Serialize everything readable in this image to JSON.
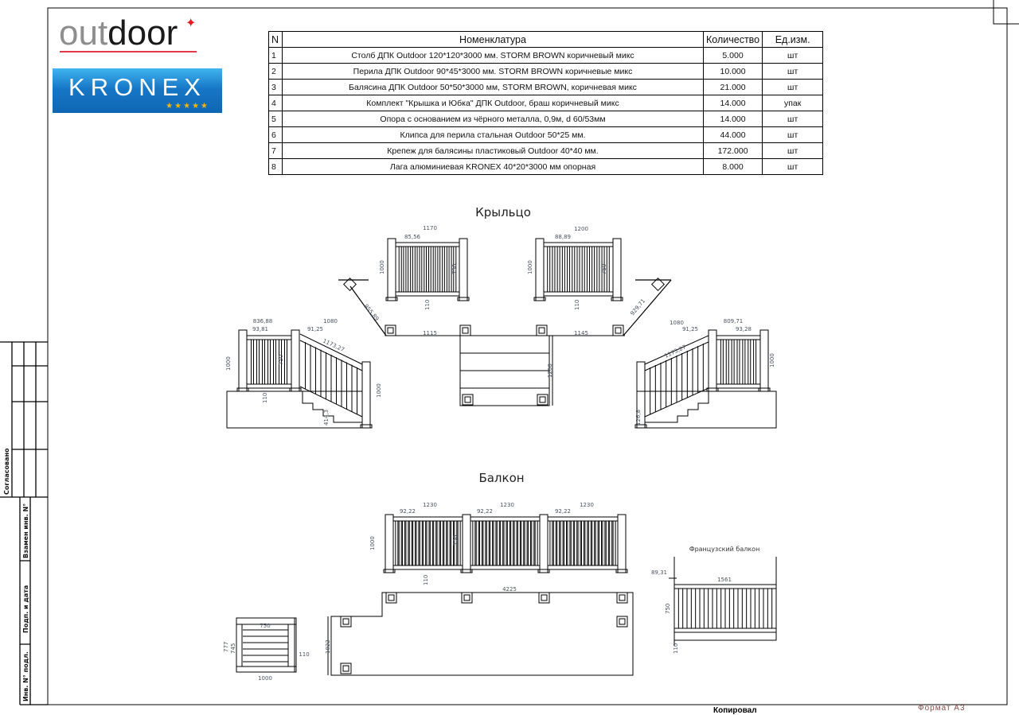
{
  "logos": {
    "outdoor_a": "out",
    "outdoor_b": "door",
    "kronex": "KRONEX",
    "kronex_stars": "★★★★★"
  },
  "table": {
    "headers": {
      "n": "N",
      "name": "Номенклатура",
      "qty": "Количество",
      "unit": "Ед.изм."
    },
    "rows": [
      {
        "n": "1",
        "name": "Столб ДПК Outdoor 120*120*3000 мм. STORM BROWN коричневый микс",
        "qty": "5.000",
        "unit": "шт"
      },
      {
        "n": "2",
        "name": "Перила ДПК Outdoor 90*45*3000 мм. STORM BROWN коричневые микс",
        "qty": "10.000",
        "unit": "шт"
      },
      {
        "n": "3",
        "name": "Балясина ДПК Outdoor 50*50*3000 мм, STORM BROWN, коричневая микс",
        "qty": "21.000",
        "unit": "шт"
      },
      {
        "n": "4",
        "name": "Комплект \"Крышка и Юбка\" ДПК Outdoor, браш коричневый микс",
        "qty": "14.000",
        "unit": "упак"
      },
      {
        "n": "5",
        "name": "Опора с основанием из чёрного металла, 0,9м, d 60/53мм",
        "qty": "14.000",
        "unit": "шт"
      },
      {
        "n": "6",
        "name": "Клипса для перила стальная Outdoor 50*25 мм.",
        "qty": "44.000",
        "unit": "шт"
      },
      {
        "n": "7",
        "name": "Крепеж для балясины пластиковый Outdoor 40*40 мм.",
        "qty": "172.000",
        "unit": "шт"
      },
      {
        "n": "8",
        "name": "Лага алюминиевая KRONEX 40*20*3000 мм опорная",
        "qty": "8.000",
        "unit": "шт"
      }
    ]
  },
  "porch": {
    "title": "Крыльцо",
    "dims": {
      "w1": "1170",
      "o1": "85,56",
      "h1": "1000",
      "b1": "750",
      "g1": "110",
      "w2": "1200",
      "o2": "88,89",
      "h2": "1000",
      "b2": "750",
      "g2": "110",
      "p1": "1115",
      "p2": "1145",
      "d1": "1200",
      "diag1": "955,89",
      "diag2": "929,71",
      "l_w": "836,88",
      "l_o": "93,81",
      "l_run": "1080",
      "l_o2": "91,25",
      "l_slope": "1173,27",
      "l_h": "1000",
      "l_b": "750",
      "l_g": "110",
      "l_h2": "1000",
      "l_step": "414,3",
      "r_run": "1080",
      "r_o2": "91,25",
      "r_w": "809,71",
      "r_o": "93,28",
      "r_slope": "1173,27",
      "r_h": "1000",
      "r_step": "126,8"
    }
  },
  "balcony": {
    "title": "Балкон",
    "dims": {
      "w": "1230",
      "o": "92,22",
      "h": "1000",
      "b": "750",
      "g": "110",
      "len": "4225",
      "depth": "1022",
      "s_w": "750",
      "s_w2": "1000",
      "s_h": "777",
      "s_h2": "745",
      "s_g": "110"
    }
  },
  "french": {
    "title": "Французский балкон",
    "dims": {
      "o": "89,31",
      "w": "1561",
      "h": "750",
      "g": "110"
    }
  },
  "stamp": {
    "agreed": "Согласовано",
    "replaced": "Взамен инв. N°",
    "signdate": "Подп. и дата",
    "inv": "Инв. N° подл."
  },
  "footer": {
    "copied": "Копировал",
    "format": "Формат А3"
  }
}
